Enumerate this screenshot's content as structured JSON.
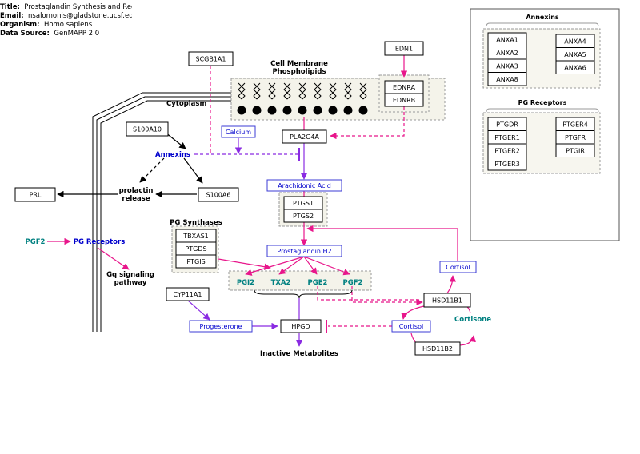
{
  "header": {
    "title_label": "Title:",
    "title_value": "Prostaglandin Synthesis and Reg",
    "email_label": "Email:",
    "email_value": "nsalomonis@gladstone.ucsf.edu",
    "organism_label": "Organism:",
    "organism_value": "Homo sapiens",
    "source_label": "Data Source:",
    "source_value": "GenMAPP 2.0"
  },
  "labels": {
    "cell_membrane": "Cell Membrane",
    "phospholipids": "Phospholipids",
    "cytoplasm": "Cytoplasm",
    "annexins": "Annexins",
    "prolactin_release": "prolactin",
    "prolactin_release2": "release",
    "pg_synthases": "PG Synthases",
    "pgf2": "PGF2",
    "pg_receptors": "PG Receptors",
    "gq_pathway": "Gq signaling",
    "gq_pathway2": "pathway",
    "inactive_metabolites": "Inactive Metabolites",
    "cortisone": "Cortisone",
    "legend_annexins": "Annexins",
    "legend_pg_receptors": "PG Receptors"
  },
  "genes": {
    "scgb1a1": "SCGB1A1",
    "edn1": "EDN1",
    "ednra": "EDNRA",
    "ednrb": "EDNRB",
    "s100a10": "S100A10",
    "pla2g4a": "PLA2G4A",
    "prl": "PRL",
    "s100a6": "S100A6",
    "ptgs1": "PTGS1",
    "ptgs2": "PTGS2",
    "tbxas1": "TBXAS1",
    "ptgds": "PTGDS",
    "ptgis": "PTGIS",
    "cyp11a1": "CYP11A1",
    "hpgd": "HPGD",
    "hsd11b1": "HSD11B1",
    "hsd11b2": "HSD11B2"
  },
  "metabolites": {
    "calcium": "Calcium",
    "arachidonic_acid": "Arachidonic Acid",
    "prostaglandin_h2": "Prostaglandin H2",
    "progesterone": "Progesterone",
    "cortisol_top": "Cortisol",
    "cortisol_bottom": "Cortisol",
    "pgi2": "PGI2",
    "txa2": "TXA2",
    "pge2": "PGE2",
    "pgf2": "PGF2"
  },
  "legend": {
    "annexins_left": [
      "ANXA1",
      "ANXA2",
      "ANXA3",
      "ANXA8"
    ],
    "annexins_right": [
      "ANXA4",
      "ANXA5",
      "ANXA6"
    ],
    "receptors_left": [
      "PTGDR",
      "PTGER1",
      "PTGER2",
      "PTGER3"
    ],
    "receptors_right": [
      "PTGER4",
      "PTGFR",
      "PTGIR"
    ]
  },
  "colors": {
    "pink": "#e8168b",
    "purple": "#8a2be2",
    "blue_text": "#0000cc",
    "teal_text": "#008080",
    "box_fill": "#f7f6ef",
    "box_border": "#888888"
  }
}
